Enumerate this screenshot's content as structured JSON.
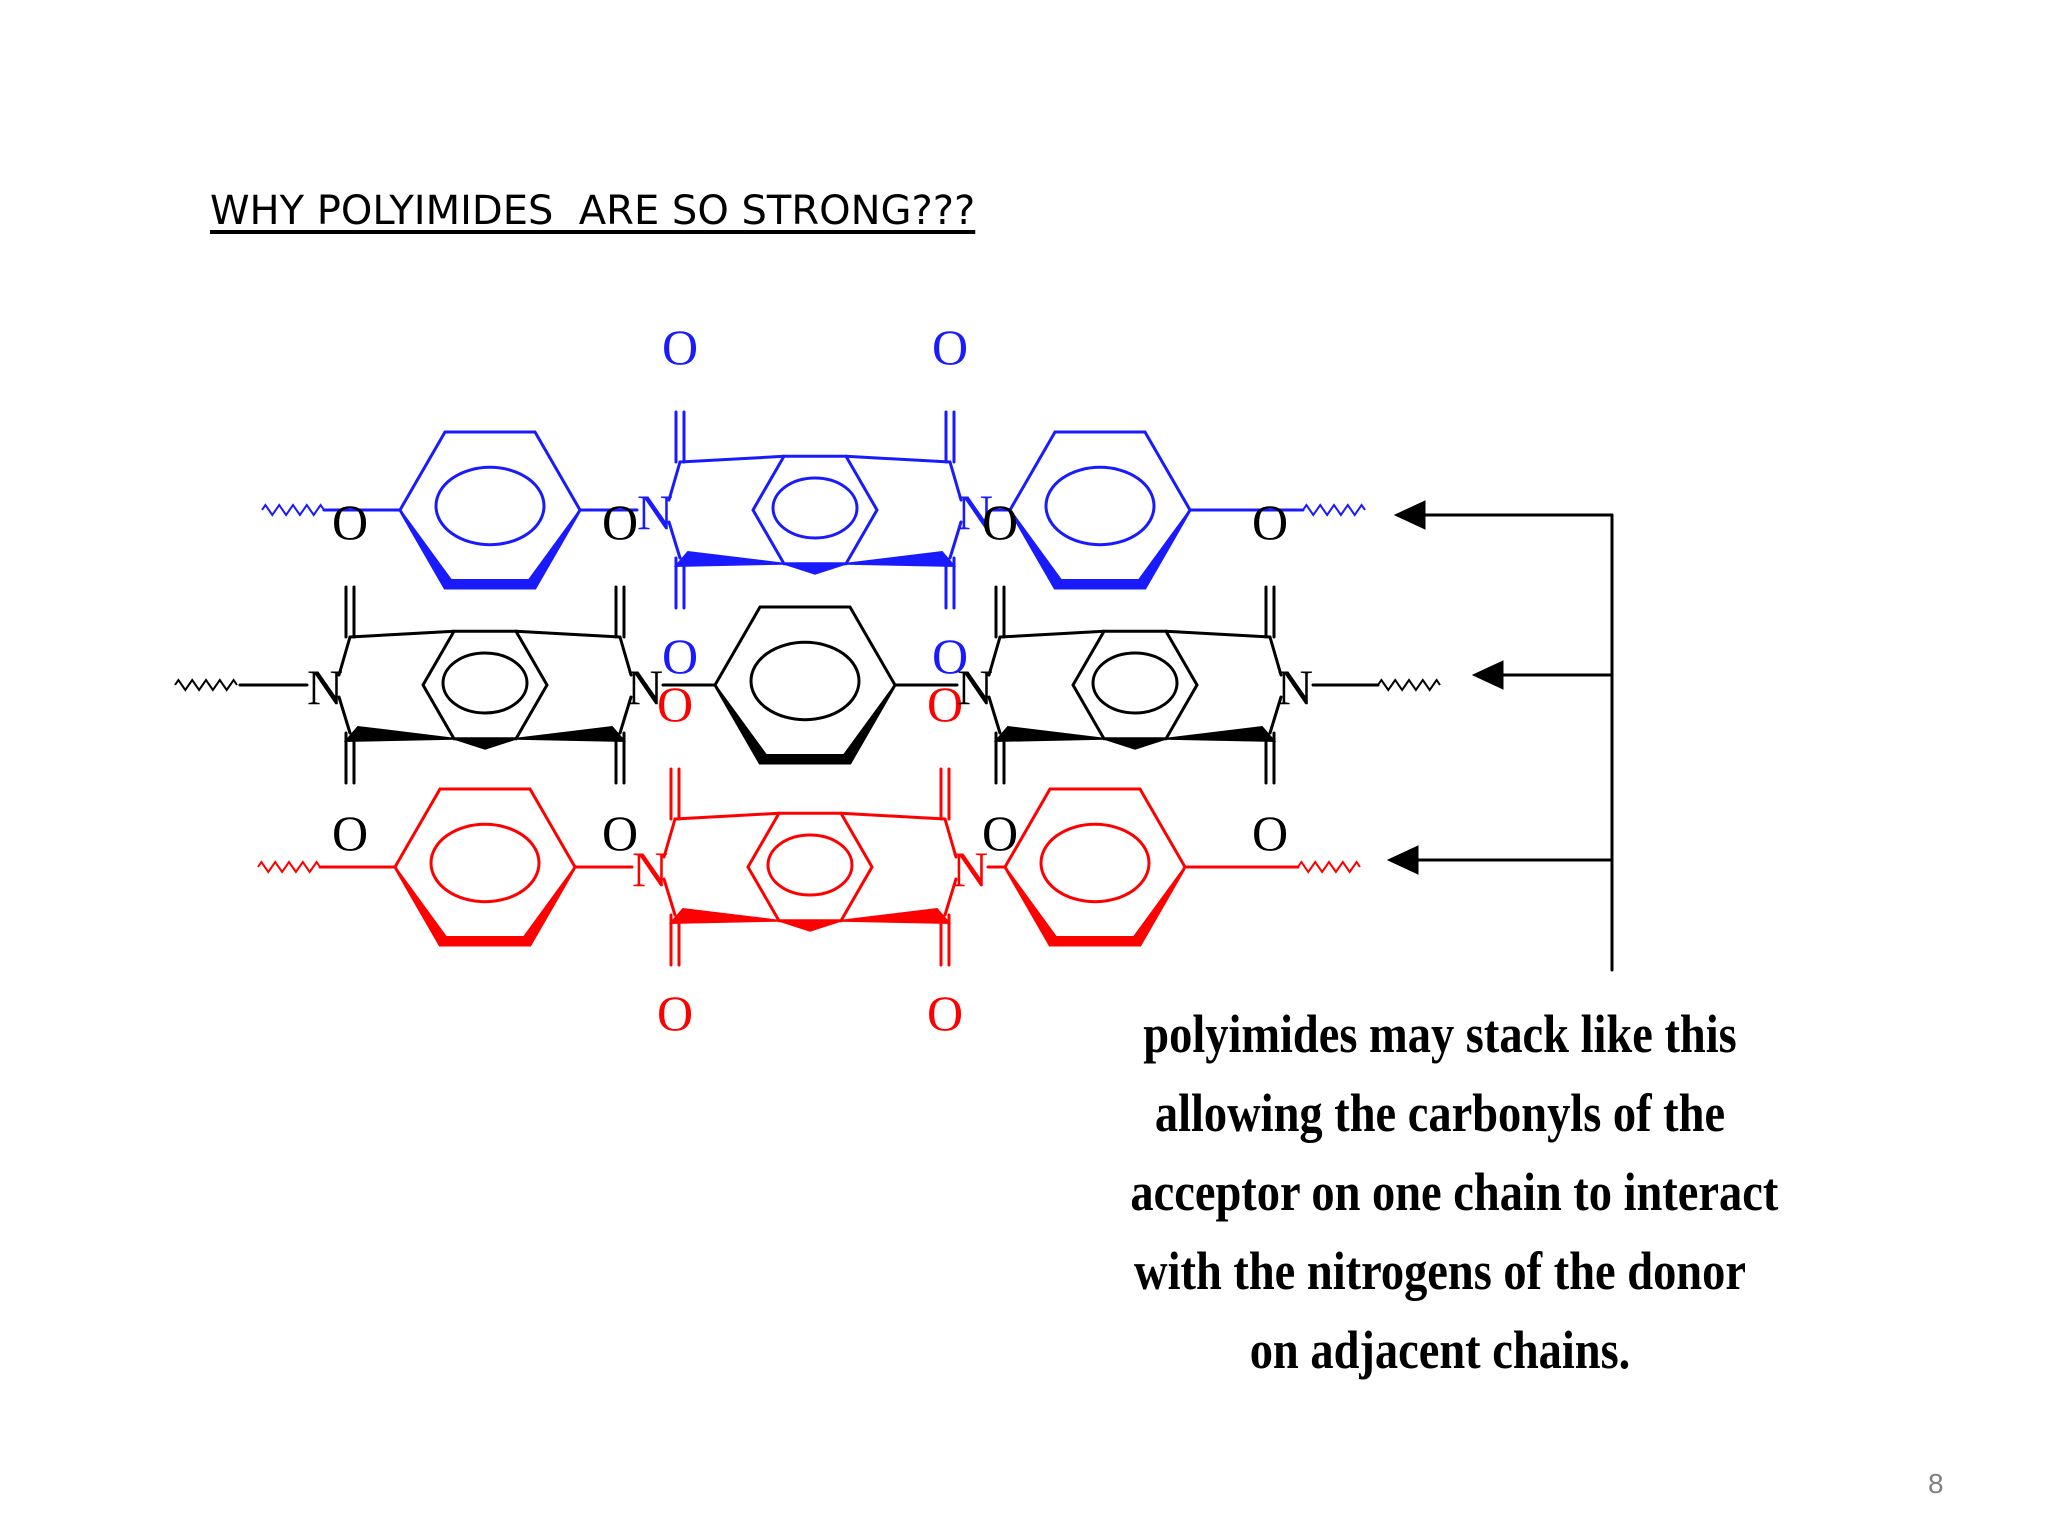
{
  "slide": {
    "title": "WHY POLYIMIDES  ARE SO STRONG???",
    "caption_lines": [
      "polyimides may stack like this",
      "allowing the carbonyls of the",
      "acceptor on one chain to interact",
      "with the nitrogens of the donor",
      "on adjacent chains."
    ],
    "page_number": "8"
  },
  "diagram": {
    "atom_labels": {
      "nitrogen": "N",
      "oxygen": "O"
    },
    "chain_colors": {
      "top": "#1a1aff",
      "middle": "#000000",
      "bottom": "#ff0000"
    },
    "arrow_color": "#000000"
  }
}
